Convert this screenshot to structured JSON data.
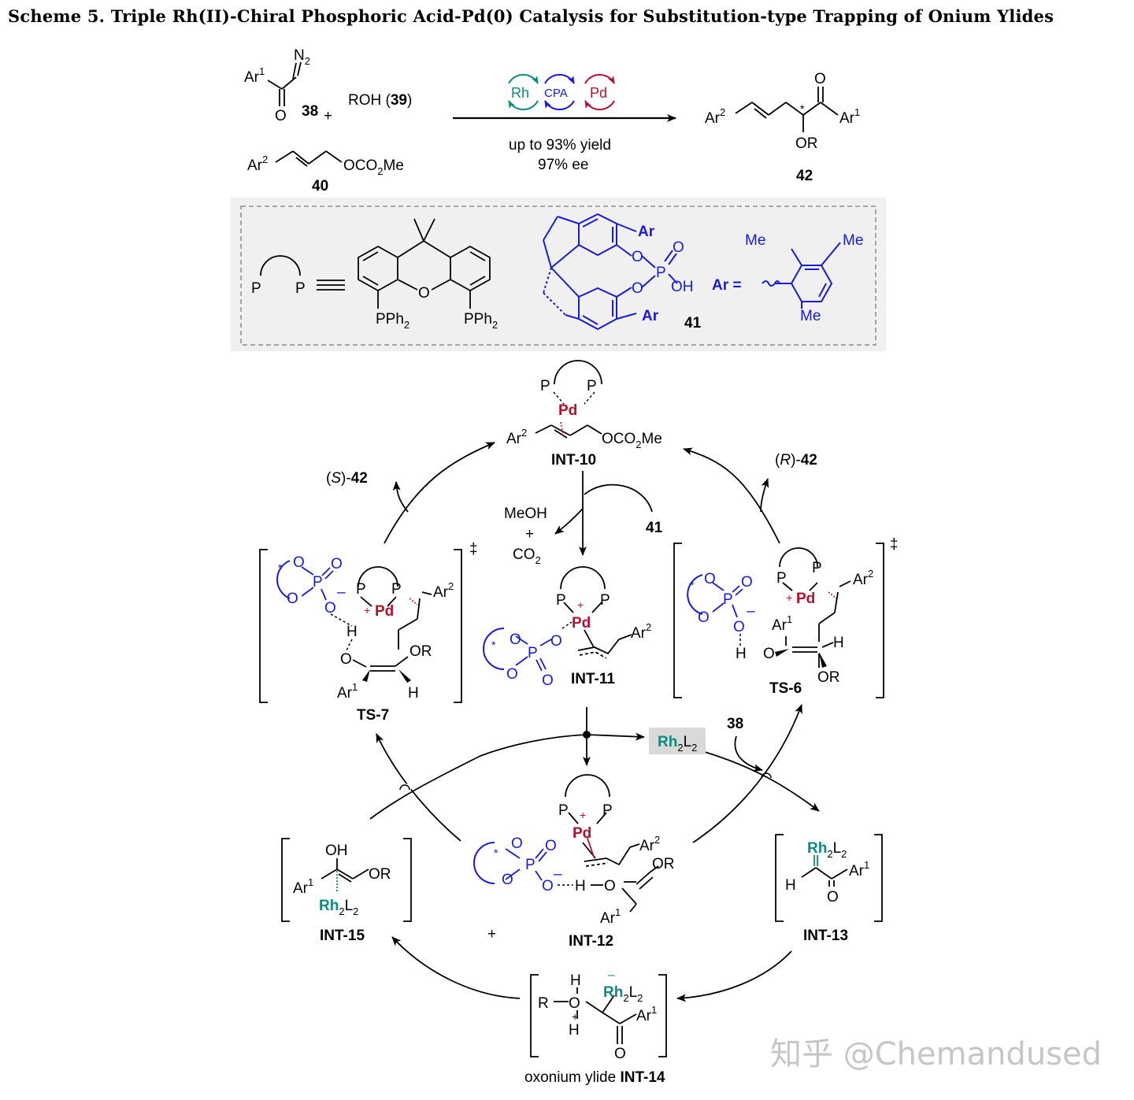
{
  "caption": "Scheme 5. Triple Rh(II)-Chiral Phosphoric Acid-Pd(0) Catalysis for Substitution-type Trapping of Onium Ylides",
  "reaction": {
    "ar1": "Ar",
    "ar2": "Ar",
    "sup1": "1",
    "sup2": "2",
    "n2": "N",
    "n2_sub": "2",
    "o": "O",
    "cpd38": "38",
    "plus": "+",
    "roh": "ROH (",
    "cpd39": "39",
    "roh_close": ")",
    "oco2me_a": "OCO",
    "oco2me_sub": "2",
    "oco2me_b": "Me",
    "cpd40": "40",
    "cat_rh": "Rh",
    "cat_cpa": "CPA",
    "cat_pd": "Pd",
    "yield": "up to 93% yield",
    "ee": "97% ee",
    "star": "*",
    "or": "OR",
    "cpd42": "42"
  },
  "ligand_box": {
    "p": "P",
    "pph2_a": "PPh",
    "pph2_sub": "2",
    "xanth_o": "O",
    "ar": "Ar",
    "o": "O",
    "p_center": "P",
    "oh": "OH",
    "cpd41": "41",
    "ar_eq": "Ar =",
    "me": "Me"
  },
  "cycle": {
    "int10": "INT-10",
    "int11": "INT-11",
    "int12": "INT-12",
    "int13": "INT-13",
    "int15": "INT-15",
    "ts7": "TS-7",
    "ts6": "TS-6",
    "int14_prefix": "oxonium ylide ",
    "int14": "INT-14",
    "s42_open": "(",
    "s42_s": "S",
    "s42_close": ")-",
    "r42_r": "R",
    "cpd42": "42",
    "meoh": "MeOH",
    "plus": "+",
    "co2": "CO",
    "co2_sub": "2",
    "cpd41": "41",
    "cpd38": "38",
    "rh": "Rh",
    "rh_sub": "2",
    "l": "L",
    "l_sub": "2",
    "pd": "Pd",
    "p": "P",
    "o": "O",
    "oh": "OH",
    "h": "H",
    "r": "R",
    "or": "OR",
    "ar": "Ar",
    "sup1": "1",
    "sup2": "2",
    "plus_sign": "+",
    "minus_sign": "–",
    "dagger": "‡",
    "star": "*",
    "oco2me_a": "OCO",
    "oco2me_sub": "2",
    "oco2me_b": "Me"
  },
  "watermark": "知乎 @Chemandused",
  "colors": {
    "blue": "#1a1ad6",
    "red": "#b3122e",
    "teal": "#0f8a7e",
    "box_fill": "#f0f0f0",
    "rh_highlight": "#d9d9d9"
  }
}
